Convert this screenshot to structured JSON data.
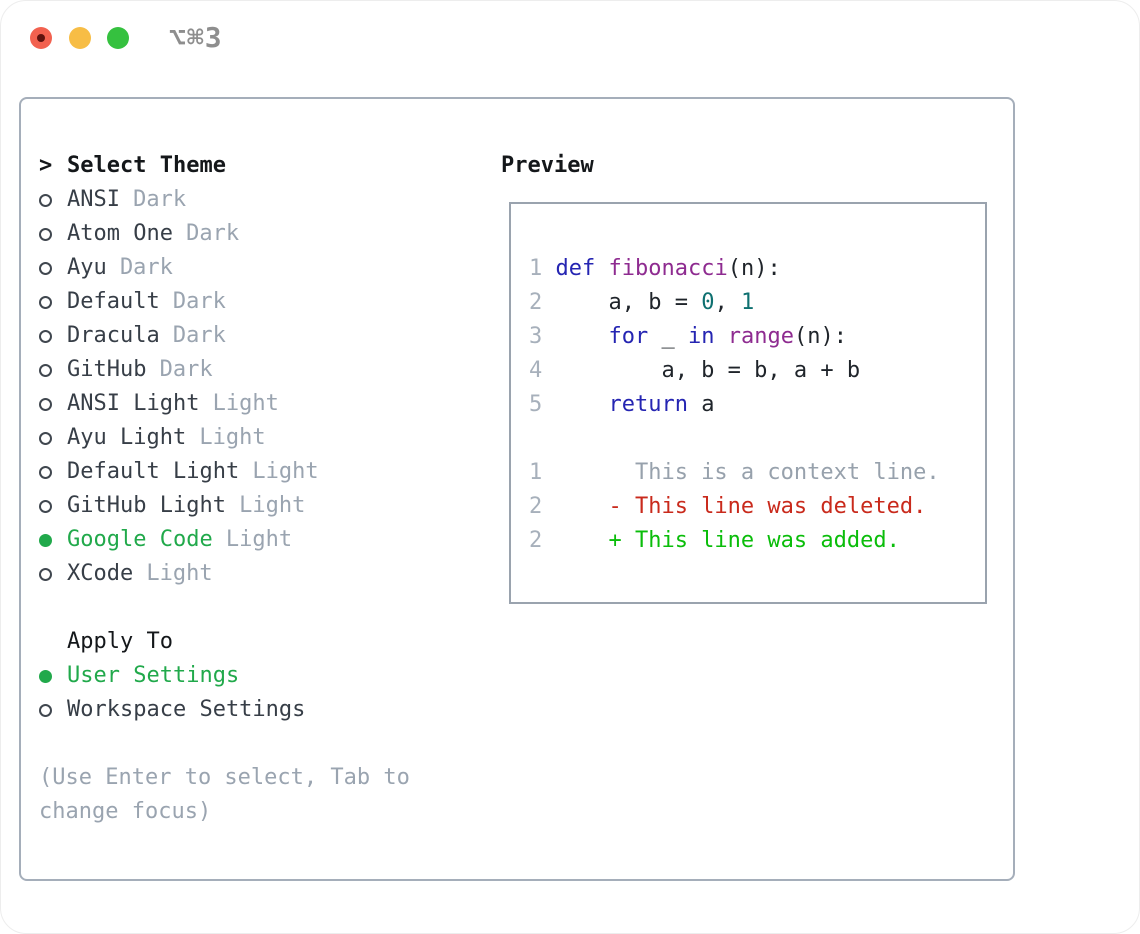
{
  "window": {
    "shortcut_label": "⌥⌘3",
    "traffic_lights": [
      "close-button",
      "minimize-button",
      "zoom-button"
    ]
  },
  "theme_selector": {
    "title": "Select Theme",
    "items": [
      {
        "name": "ANSI",
        "variant": "Dark",
        "selected": false
      },
      {
        "name": "Atom One",
        "variant": "Dark",
        "selected": false
      },
      {
        "name": "Ayu",
        "variant": "Dark",
        "selected": false
      },
      {
        "name": "Default",
        "variant": "Dark",
        "selected": false
      },
      {
        "name": "Dracula",
        "variant": "Dark",
        "selected": false
      },
      {
        "name": "GitHub",
        "variant": "Dark",
        "selected": false
      },
      {
        "name": "ANSI Light",
        "variant": "Light",
        "selected": false
      },
      {
        "name": "Ayu Light",
        "variant": "Light",
        "selected": false
      },
      {
        "name": "Default Light",
        "variant": "Light",
        "selected": false
      },
      {
        "name": "GitHub Light",
        "variant": "Light",
        "selected": false
      },
      {
        "name": "Google Code",
        "variant": "Light",
        "selected": true
      },
      {
        "name": "XCode",
        "variant": "Light",
        "selected": false
      }
    ]
  },
  "apply_to": {
    "title": "Apply To",
    "options": [
      {
        "label": "User Settings",
        "selected": true
      },
      {
        "label": "Workspace Settings",
        "selected": false
      }
    ]
  },
  "help": {
    "lines": [
      "(Use Enter to select, Tab to",
      "change focus)"
    ]
  },
  "preview": {
    "title": "Preview",
    "lines": [
      {
        "num": "1",
        "segments": [
          [
            "def",
            "kw"
          ],
          [
            " ",
            "pl"
          ],
          [
            "fibonacci",
            "fn"
          ],
          [
            "(n):",
            "pl"
          ]
        ]
      },
      {
        "num": "2",
        "segments": [
          [
            "    a, b = ",
            "pl"
          ],
          [
            "0",
            "lit"
          ],
          [
            ", ",
            "pl"
          ],
          [
            "1",
            "lit"
          ]
        ]
      },
      {
        "num": "3",
        "segments": [
          [
            "    ",
            "pl"
          ],
          [
            "for",
            "kw"
          ],
          [
            " _ ",
            "pl"
          ],
          [
            "in",
            "kw"
          ],
          [
            " ",
            "pl"
          ],
          [
            "range",
            "fn"
          ],
          [
            "(n):",
            "pl"
          ]
        ]
      },
      {
        "num": "4",
        "segments": [
          [
            "        a, b = b, a + b",
            "pl"
          ]
        ]
      },
      {
        "num": "5",
        "segments": [
          [
            "    ",
            "pl"
          ],
          [
            "return",
            "kw"
          ],
          [
            " a",
            "pl"
          ]
        ]
      },
      {
        "num": "",
        "segments": []
      },
      {
        "num": "1",
        "segments": [
          [
            "      This is a context line.",
            "ctx"
          ]
        ]
      },
      {
        "num": "2",
        "segments": [
          [
            "    - This line was deleted.",
            "del"
          ]
        ]
      },
      {
        "num": "2",
        "segments": [
          [
            "    + This line was added.",
            "add"
          ]
        ]
      }
    ]
  },
  "colors": {
    "selected_green": "#21a94b",
    "added_green": "#0abd0a",
    "deleted_red": "#c92a1c",
    "keyword_blue": "#2525b2",
    "function_purple": "#8e2b90",
    "literal_teal": "#0e7070",
    "muted_gray": "#9aa4b0",
    "line_number_gray": "#a7b0bb",
    "panel_border": "#a5aeba",
    "traffic_red": "#f2614f",
    "traffic_yellow": "#f7bd45",
    "traffic_green": "#35c13f"
  }
}
